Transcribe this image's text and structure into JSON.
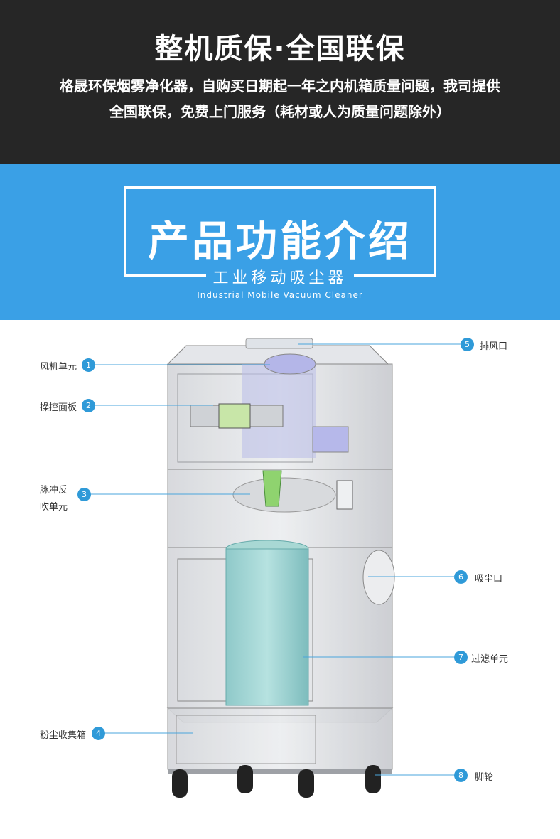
{
  "header": {
    "title": "整机质保·全国联保",
    "desc_line1": "格晟环保烟雾净化器，自购买日期起一年之内机箱质量问题，我司提供",
    "desc_line2": "全国联保，免费上门服务（耗材或人为质量问题除外）"
  },
  "section": {
    "title": "产品功能介绍",
    "subtitle": "工业移动吸尘器",
    "subtitle_en": "Industrial Mobile Vacuum Cleaner"
  },
  "callouts": [
    {
      "num": "1",
      "label": "风机单元"
    },
    {
      "num": "2",
      "label": "操控面板"
    },
    {
      "num": "3",
      "label_line1": "脉冲反",
      "label_line2": "吹单元"
    },
    {
      "num": "4",
      "label": "粉尘收集箱"
    },
    {
      "num": "5",
      "label": "排风口"
    },
    {
      "num": "6",
      "label": "吸尘口"
    },
    {
      "num": "7",
      "label": "过滤单元"
    },
    {
      "num": "8",
      "label": "脚轮"
    }
  ],
  "colors": {
    "header_bg": "#262626",
    "accent_blue": "#3aa0e6",
    "badge_blue": "#2f9ad8"
  }
}
